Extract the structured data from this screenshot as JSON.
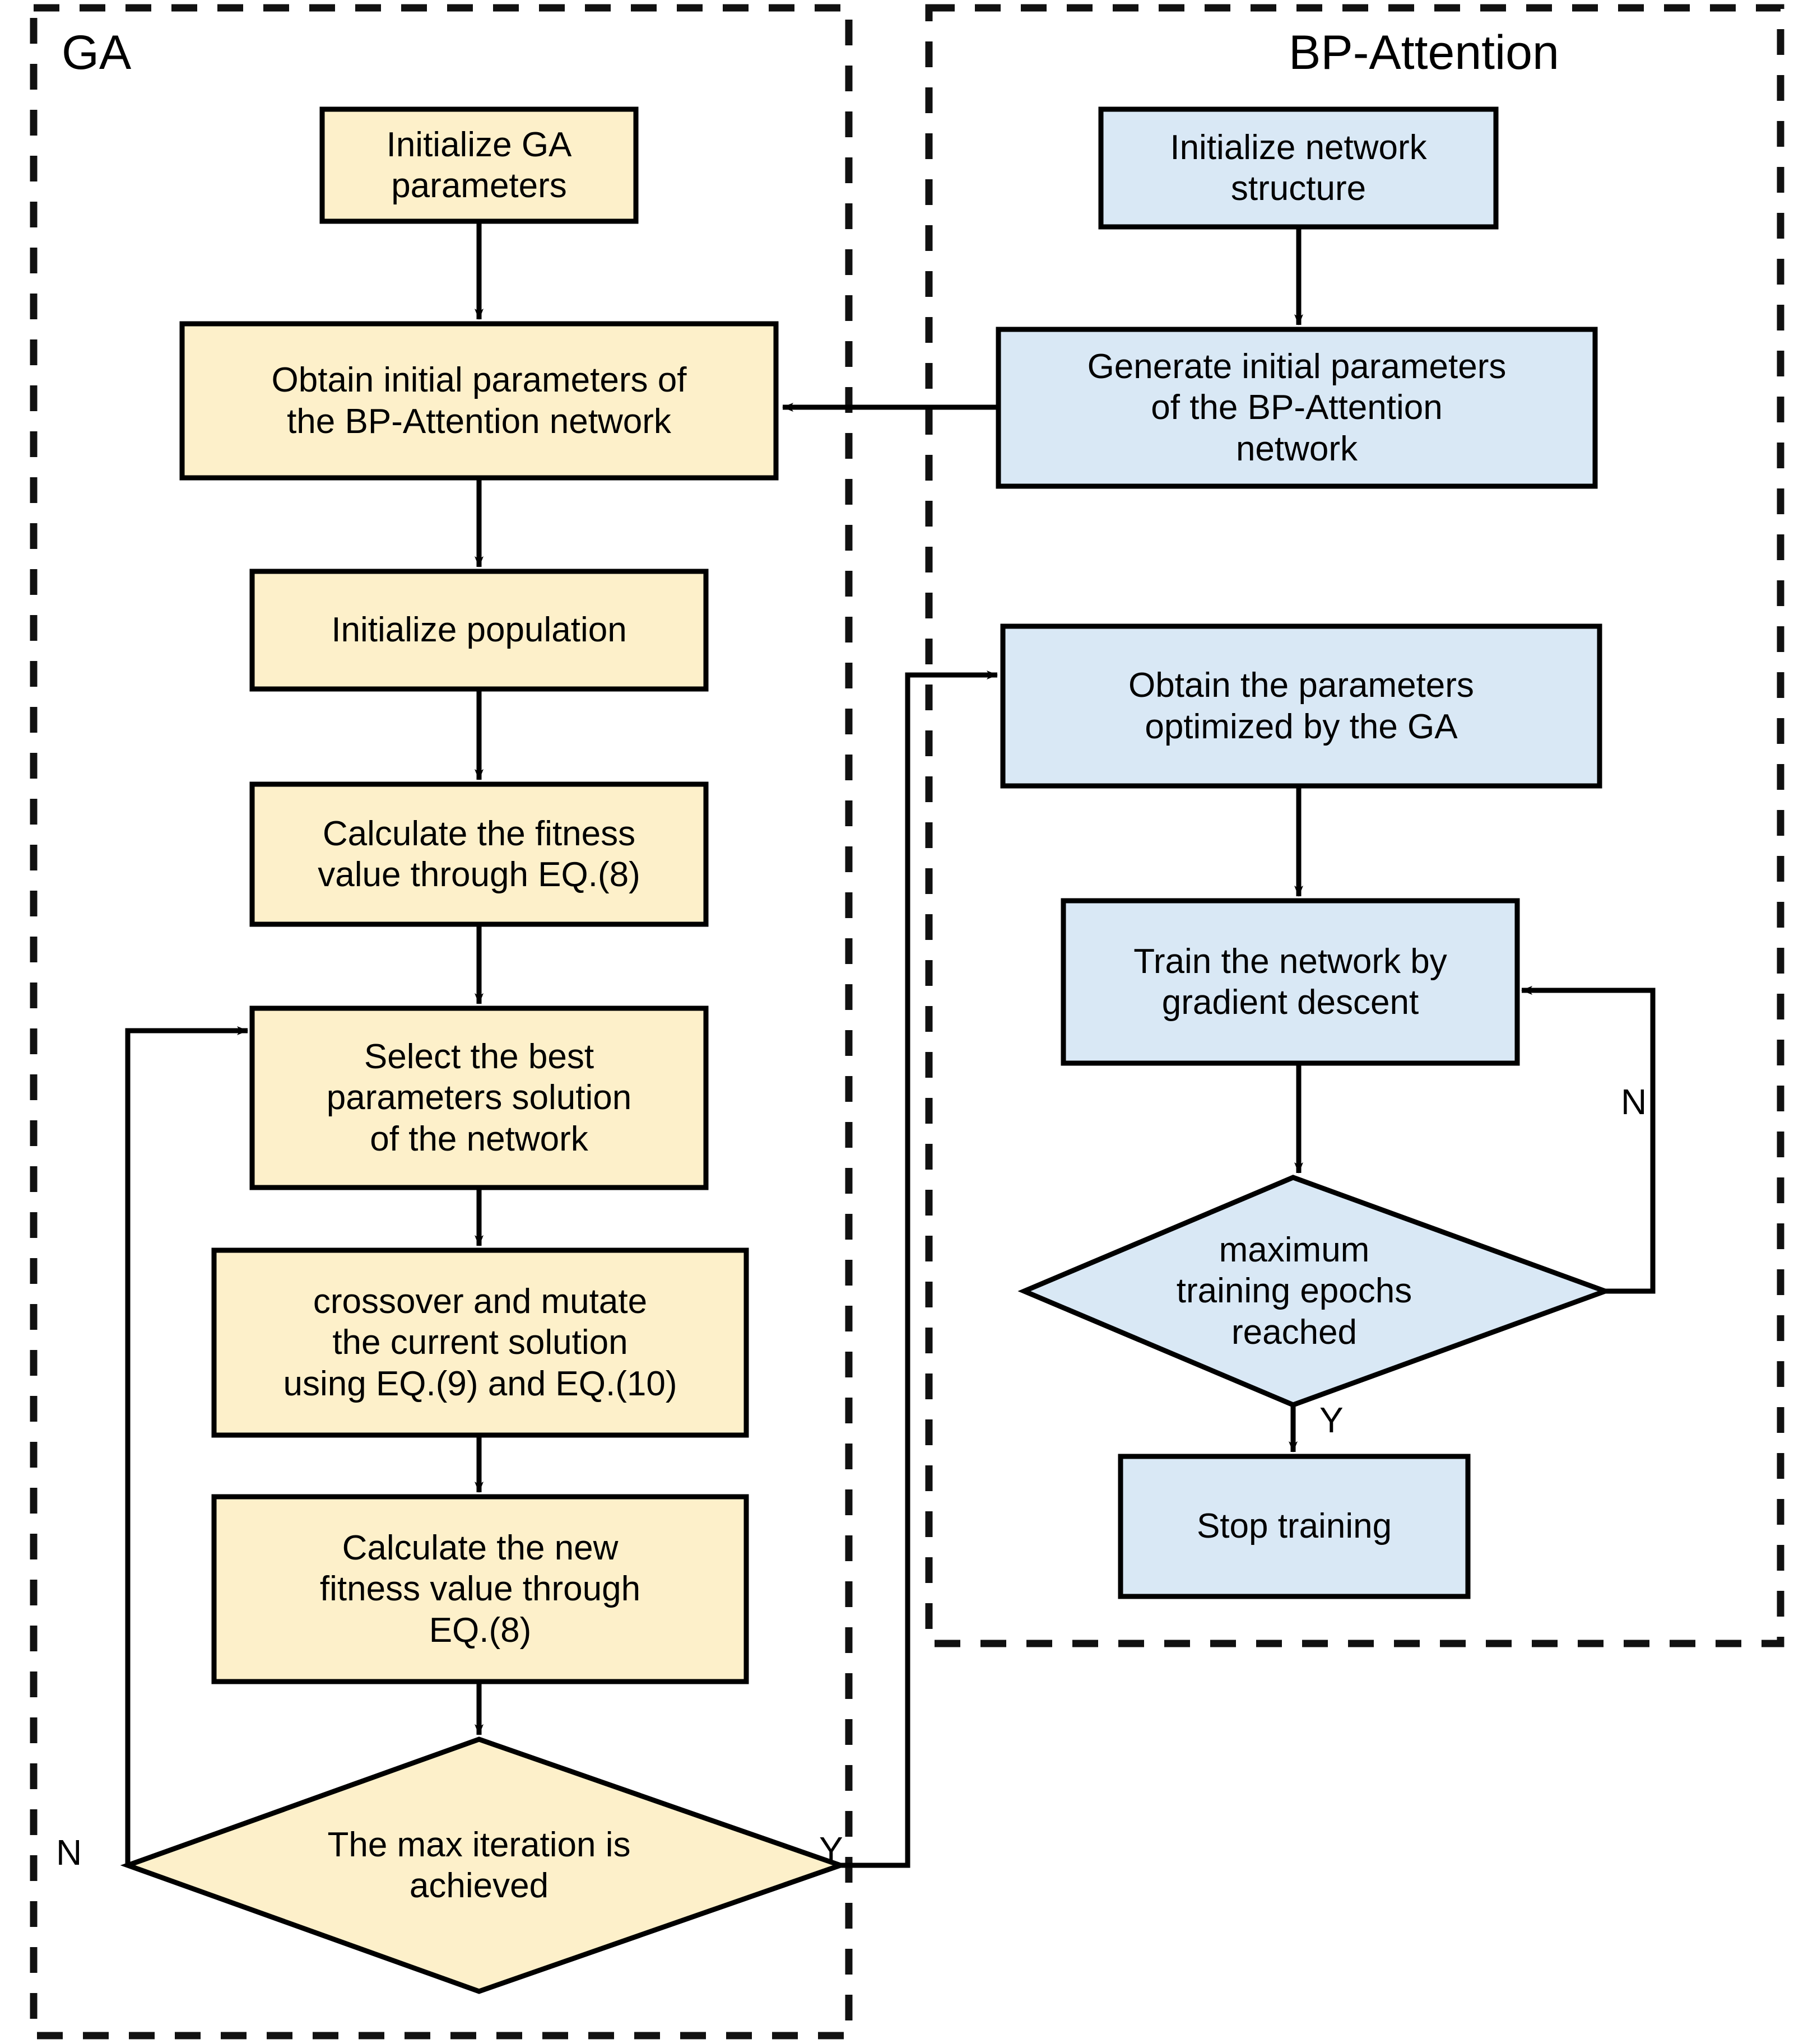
{
  "diagram": {
    "title_left": "GA",
    "title_right": "BP-Attention",
    "colors": {
      "ga_fill": "#FDF0CA",
      "bp_fill": "#D9E8F5",
      "stroke": "#000000",
      "background": "#FFFFFF"
    }
  },
  "panels": [
    {
      "id": "ga",
      "label": "GA"
    },
    {
      "id": "bp",
      "label": "BP-Attention"
    }
  ],
  "nodes": {
    "ga_init": "Initialize GA\nparameters",
    "ga_obtain_params": "Obtain initial parameters of\nthe BP-Attention network",
    "ga_init_population": "Initialize population",
    "ga_calc_fitness": "Calculate the fitness\nvalue through EQ.(8)",
    "ga_select_best": "Select the best\nparameters solution\nof the network",
    "ga_crossover": "crossover and mutate\nthe current solution\nusing EQ.(9) and EQ.(10)",
    "ga_calc_new_fitness": "Calculate the new\nfitness value through\nEQ.(8)",
    "ga_decision": "The max iteration is\nachieved",
    "bp_init_structure": "Initialize network\nstructure",
    "bp_generate_params": "Generate initial parameters\nof the BP-Attention\nnetwork",
    "bp_obtain_optimized": "Obtain the parameters\noptimized by the GA",
    "bp_train": "Train the network by\ngradient descent",
    "bp_decision": "maximum\ntraining epochs\nreached",
    "bp_stop": "Stop training"
  },
  "edge_labels": {
    "ga_decision_no": "N",
    "ga_decision_yes": "Y",
    "bp_decision_no": "N",
    "bp_decision_yes": "Y"
  }
}
